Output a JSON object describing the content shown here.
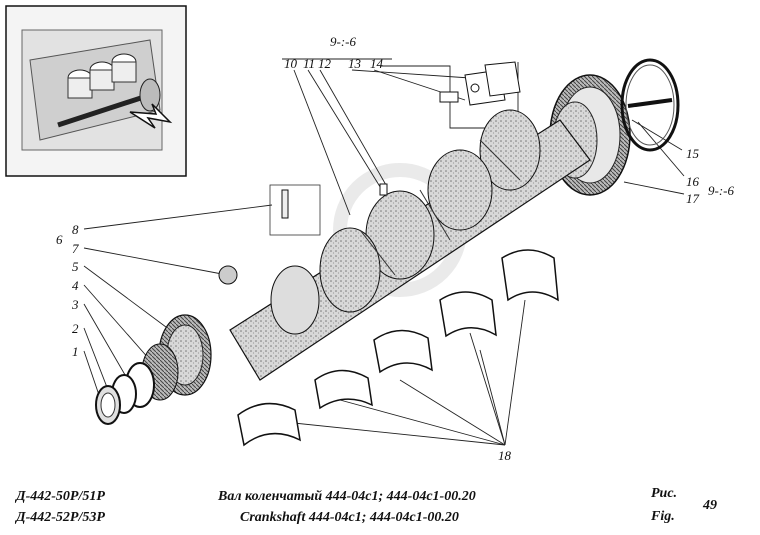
{
  "models": [
    "Д-442-50Р/51Р",
    "Д-442-52Р/53Р"
  ],
  "title_ru": "Вал коленчатый 444-04с1; 444-04с1-00.20",
  "title_en": "Crankshaft 444-04с1; 444-04с1-00.20",
  "fig_label_ru": "Рис.",
  "fig_label_en": "Fig.",
  "fig_number": "49",
  "callouts": {
    "group_top": "9-:-6",
    "c10": "10",
    "c11": "11",
    "c12": "12",
    "c13": "13",
    "c14": "14",
    "c15": "15",
    "c16": "16",
    "c17": "17",
    "group_right": "9-:-6",
    "group_left": "6",
    "c8": "8",
    "c7": "7",
    "c5": "5",
    "c4": "4",
    "c3": "3",
    "c2": "2",
    "c1": "1",
    "c18": "18"
  }
}
